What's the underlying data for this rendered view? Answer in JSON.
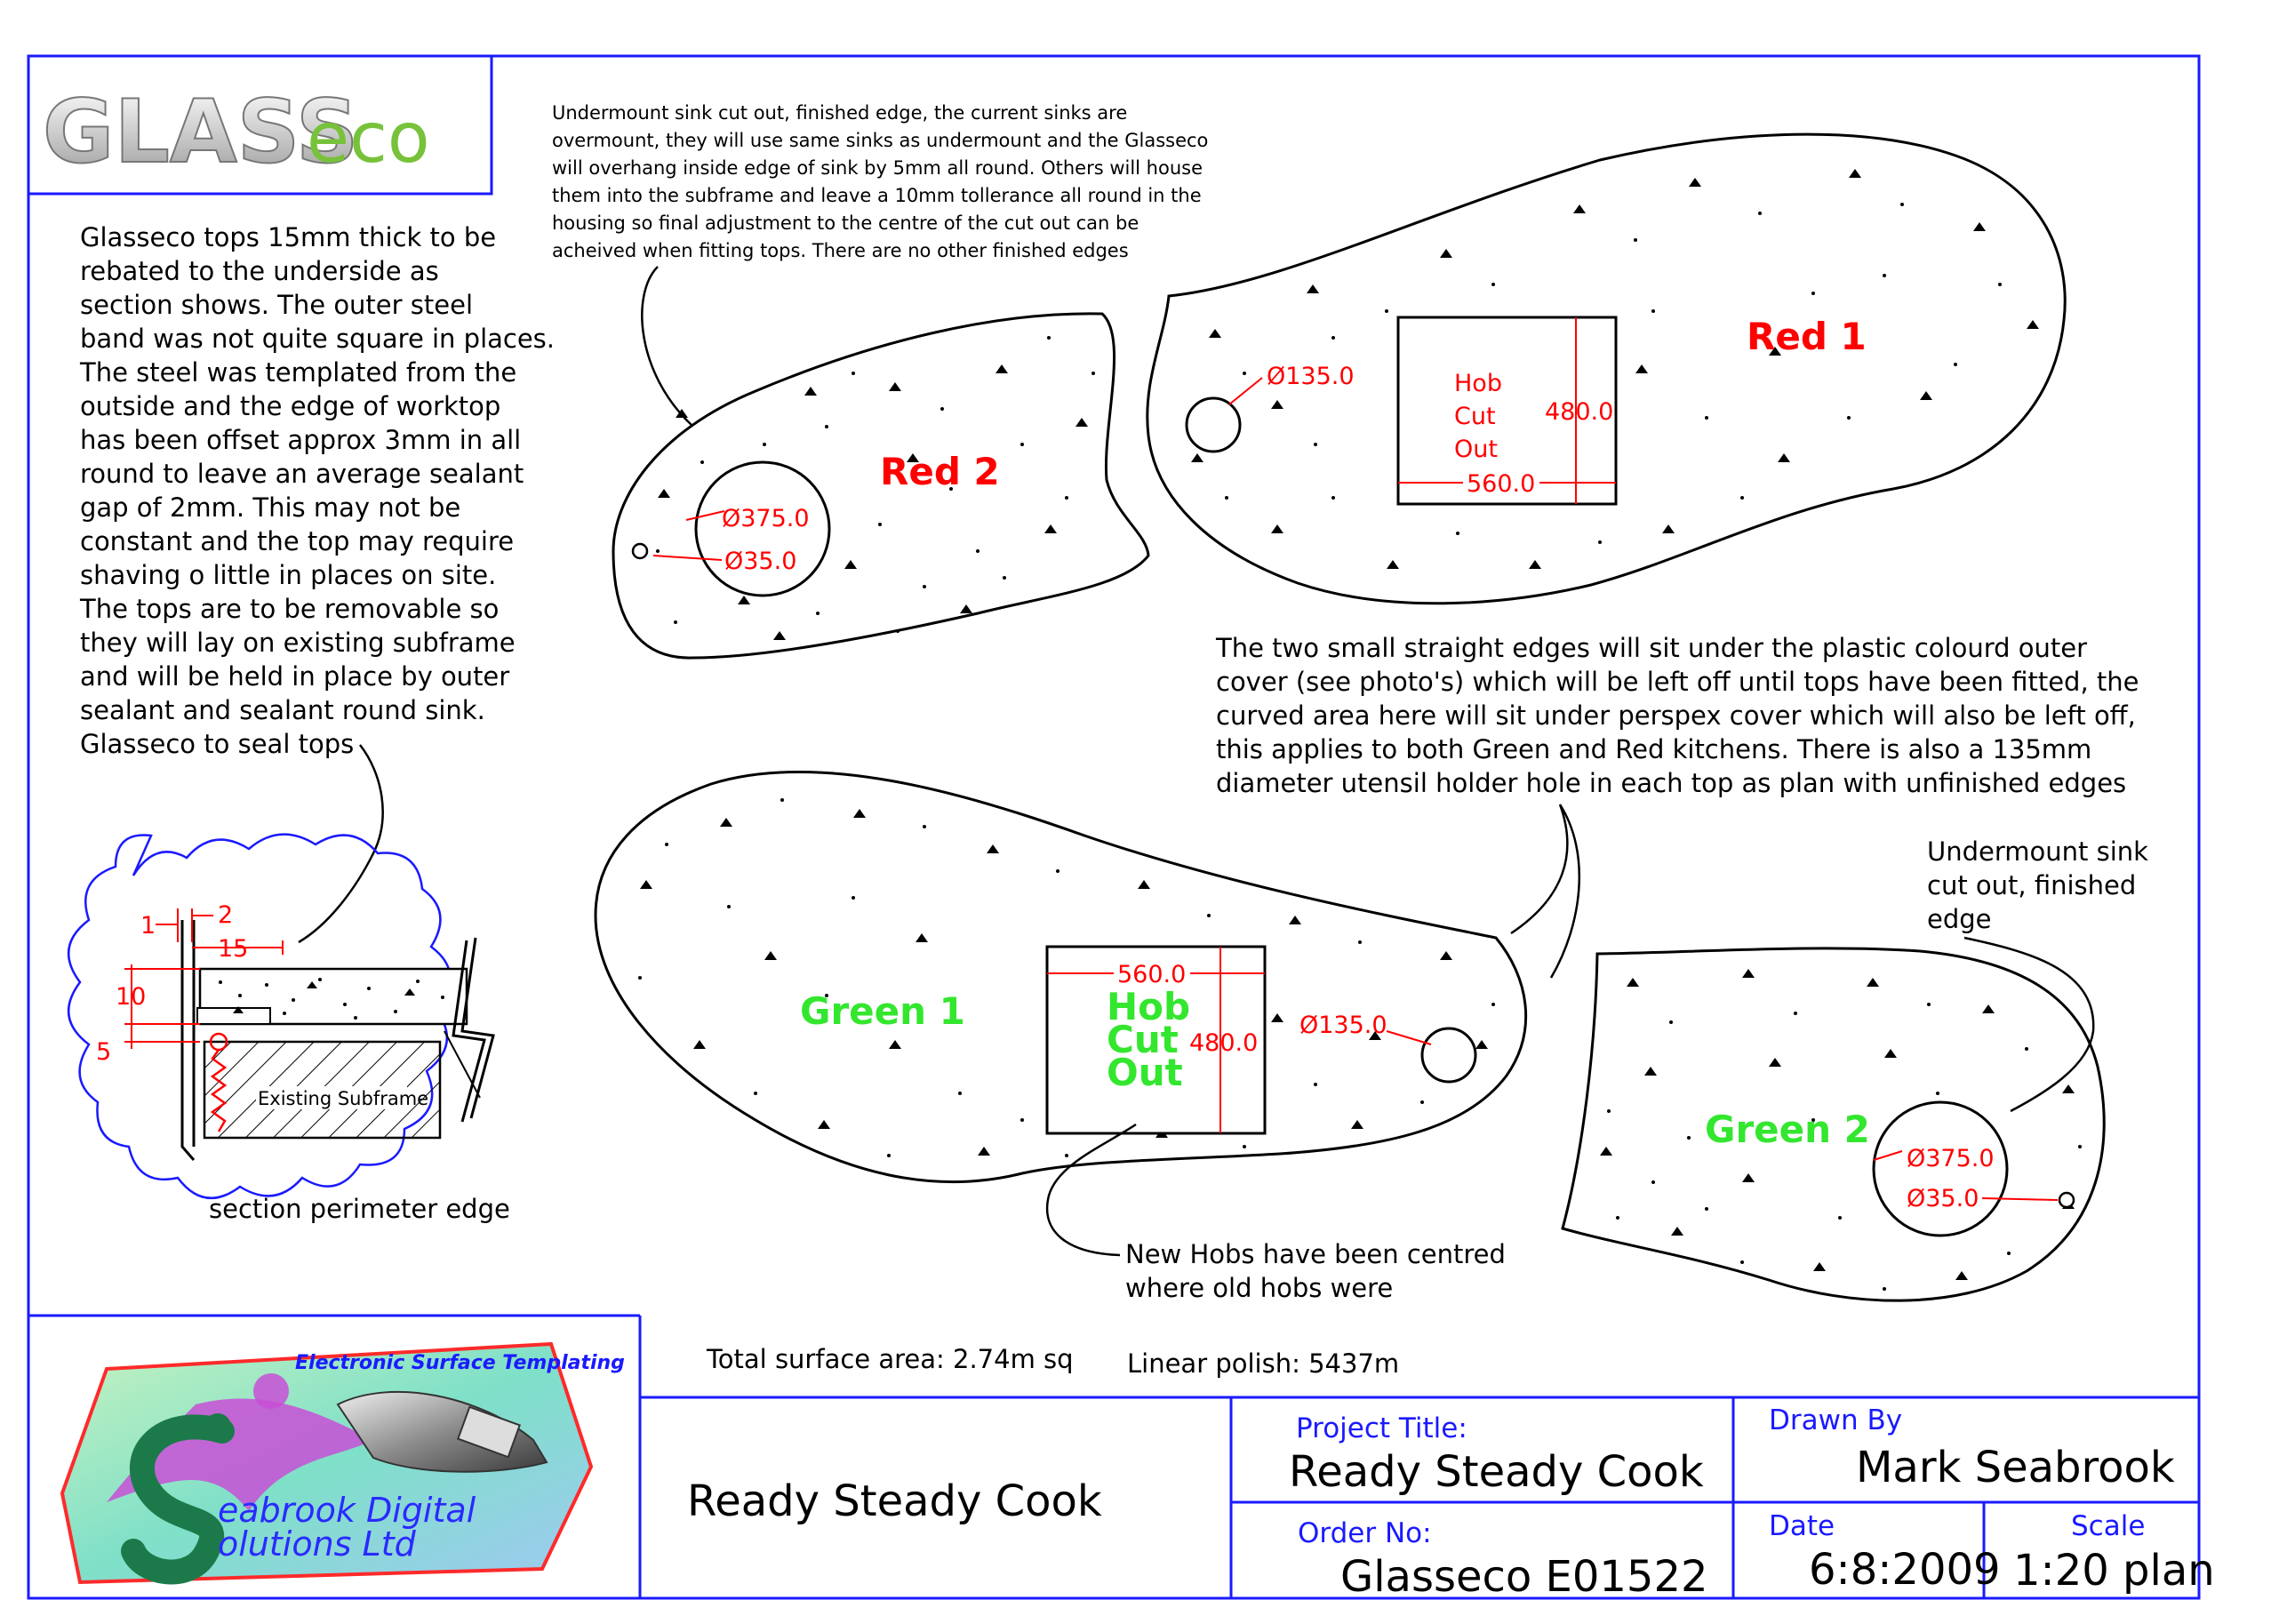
{
  "logo": {
    "brand_main": "GLASS",
    "brand_accent": "eco"
  },
  "notes": {
    "section_description": [
      "Glasseco tops 15mm thick to be",
      "rebated to the underside as",
      "section shows. The outer steel",
      "band was not quite square in places.",
      "The steel was templated from the",
      "outside and the edge of worktop",
      "has been offset approx 3mm in all",
      "round to leave an average sealant",
      "gap of 2mm. This may not be",
      "constant and the top may require",
      "shaving o little in places on site.",
      "The tops are to be removable so",
      "they will lay on existing subframe",
      "and will be held in place by outer",
      "sealant and sealant round sink.",
      "Glasseco to seal tops"
    ],
    "undermount_top": [
      "Undermount sink cut out, finished edge, the current sinks are",
      "overmount, they will use same sinks as undermount and the Glasseco",
      "will overhang inside edge of sink by 5mm all round. Others will house",
      "them into the subframe and leave a 10mm tollerance all round in the",
      "housing so final adjustment to the centre of the cut out can be",
      "acheived when fitting tops. There are no other finished edges"
    ],
    "straight_edges": [
      "The two small straight edges will sit under the plastic colourd outer",
      "cover (see photo's) which will be left off until tops have been fitted, the",
      "curved area here will sit under perspex cover which will also be left off,",
      "this applies to both Green and Red kitchens. There is also a 135mm",
      "diameter utensil holder hole in each top as plan with unfinished edges"
    ],
    "undermount_right": [
      "Undermount sink",
      "cut out, finished",
      "edge"
    ],
    "new_hobs": [
      "New Hobs have been centred",
      "where old hobs were"
    ]
  },
  "section": {
    "caption": "section perimeter edge",
    "subframe_label": "Existing Subframe",
    "dims": {
      "d1": "1",
      "d2": "2",
      "d15": "15",
      "d10": "10",
      "d5": "5"
    }
  },
  "pieces": {
    "red1": {
      "label": "Red 1",
      "hob_lines": [
        "Hob",
        "Cut",
        "Out"
      ],
      "width": "560.0",
      "height": "480.0",
      "utensil": "Ø135.0"
    },
    "red2": {
      "label": "Red 2",
      "sink": "Ø375.0",
      "tap": "Ø35.0"
    },
    "green1": {
      "label": "Green 1",
      "hob_lines": [
        "Hob",
        "Cut",
        "Out"
      ],
      "width": "560.0",
      "height": "480.0",
      "utensil": "Ø135.0"
    },
    "green2": {
      "label": "Green 2",
      "sink": "Ø375.0",
      "tap": "Ø35.0"
    }
  },
  "summary": {
    "surface_area": "Total surface area: 2.74m sq",
    "linear_polish": "Linear polish: 5437m"
  },
  "company": {
    "tagline": "Electronic Surface Templating",
    "name_line1": "eabrook Digital",
    "name_line2": "olutions Ltd"
  },
  "title_block": {
    "main_title": "Ready Steady Cook",
    "project_title_label": "Project Title:",
    "project_title": "Ready Steady Cook",
    "drawn_by_label": "Drawn By",
    "drawn_by": "Mark Seabrook",
    "order_no_label": "Order No:",
    "order_no": "Glasseco E01522",
    "date_label": "Date",
    "date": "6:8:2009",
    "scale_label": "Scale",
    "scale": "1:20 plan"
  },
  "colors": {
    "frame_blue": "#1a1aff",
    "dimension_red": "#ff0000",
    "label_green": "#33e62e"
  }
}
